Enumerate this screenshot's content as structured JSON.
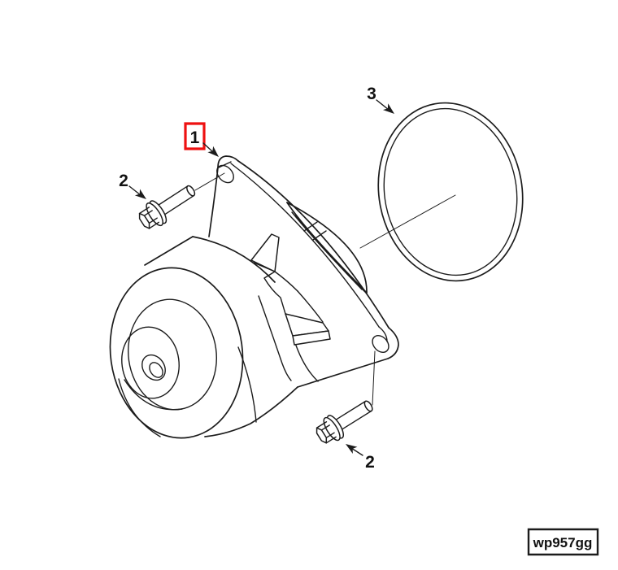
{
  "diagram": {
    "callouts": [
      {
        "label": "1",
        "highlighted": true
      },
      {
        "label": "2",
        "highlighted": false
      },
      {
        "label": "3",
        "highlighted": false
      },
      {
        "label": "2",
        "highlighted": false
      }
    ],
    "figure_code": "wp957gg",
    "colors": {
      "line": "#1c1c1c",
      "highlight_red": "#ee1111",
      "background": "#ffffff"
    }
  }
}
